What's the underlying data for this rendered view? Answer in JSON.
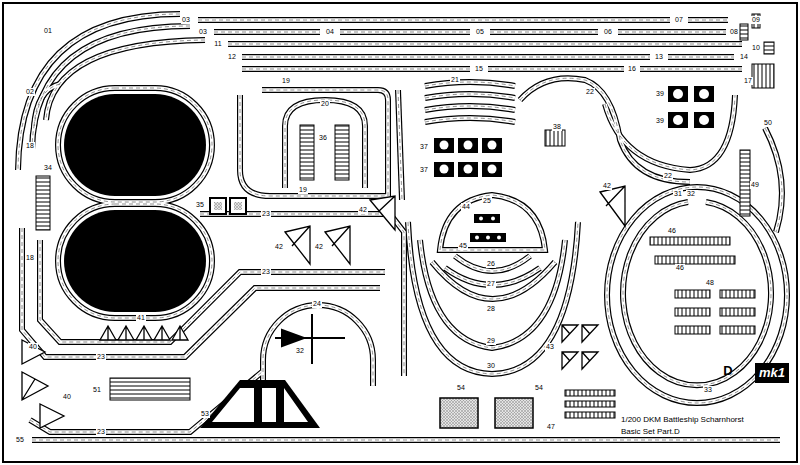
{
  "diagram": {
    "labels": [
      "01",
      "02",
      "03",
      "03",
      "04",
      "05",
      "06",
      "07",
      "08",
      "09",
      "10",
      "11",
      "12",
      "13",
      "14",
      "15",
      "16",
      "17",
      "18",
      "18",
      "19",
      "19",
      "20",
      "21",
      "22",
      "22",
      "36",
      "37",
      "37",
      "38",
      "39",
      "39",
      "50",
      "49",
      "34",
      "35",
      "23",
      "42",
      "42",
      "25",
      "31",
      "32",
      "44",
      "45",
      "46",
      "42",
      "42",
      "46",
      "26",
      "23",
      "27",
      "48",
      "24",
      "28",
      "41",
      "32",
      "29",
      "40",
      "43",
      "23",
      "30",
      "D",
      "mk1",
      "51",
      "54",
      "54",
      "33",
      "40",
      "47",
      "53",
      "1/200 DKM Battleship Scharnhorst",
      "23",
      "Basic Set Part.D",
      "55"
    ]
  }
}
